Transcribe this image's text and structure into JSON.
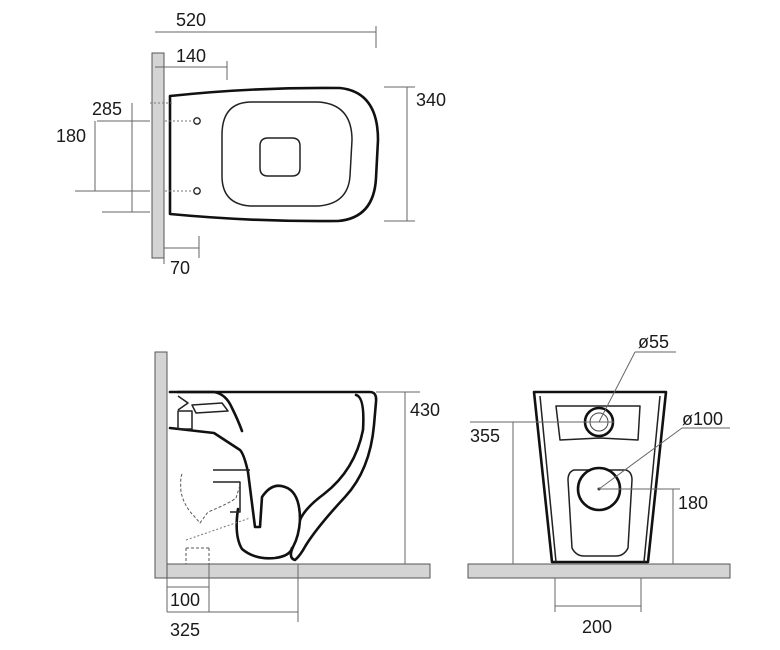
{
  "top_view": {
    "dims": {
      "overall_length": "520",
      "fixing_distance": "140",
      "bolt_height": "285",
      "bolt_spacing": "180",
      "width": "340",
      "wall_offset": "70"
    }
  },
  "side_view": {
    "dims": {
      "height": "430",
      "outlet_from_wall": "100",
      "floor_outlet": "325"
    }
  },
  "rear_view": {
    "dims": {
      "inlet_diameter": "ø55",
      "outlet_diameter": "ø100",
      "inlet_height": "355",
      "outlet_height": "180",
      "outlet_width": "200"
    }
  }
}
